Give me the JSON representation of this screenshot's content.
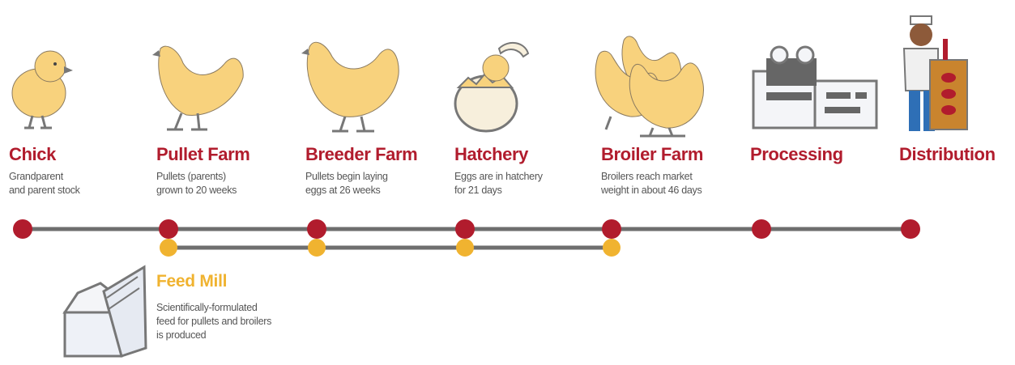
{
  "stages": [
    {
      "title": "Chick",
      "desc": [
        "Grandparent",
        "and parent stock"
      ]
    },
    {
      "title": "Pullet Farm",
      "desc": [
        "Pullets (parents)",
        "grown to 20 weeks"
      ]
    },
    {
      "title": "Breeder Farm",
      "desc": [
        "Pullets begin laying",
        "eggs at 26 weeks"
      ]
    },
    {
      "title": "Hatchery",
      "desc": [
        "Eggs are in hatchery",
        "for 21 days"
      ]
    },
    {
      "title": "Broiler Farm",
      "desc": [
        "Broilers reach market",
        "weight in about 46 days"
      ]
    },
    {
      "title": "Processing",
      "desc": []
    },
    {
      "title": "Distribution",
      "desc": []
    }
  ],
  "feed_mill": {
    "title": "Feed Mill",
    "desc": [
      "Scientifically-formulated",
      "feed for pullets and broilers",
      "is produced"
    ]
  },
  "colors": {
    "accent_red": "#b11c2d",
    "feed_yellow": "#f0b330",
    "line_gray": "#6e6e6e",
    "chicken_fill": "#f8d27d",
    "outline": "#777777"
  },
  "icons": [
    "chick-icon",
    "pullet-hen-icon",
    "breeder-hen-icon",
    "hatching-egg-icon",
    "broiler-chickens-icon",
    "processing-plant-icon",
    "delivery-worker-icon",
    "feed-silo-icon"
  ]
}
